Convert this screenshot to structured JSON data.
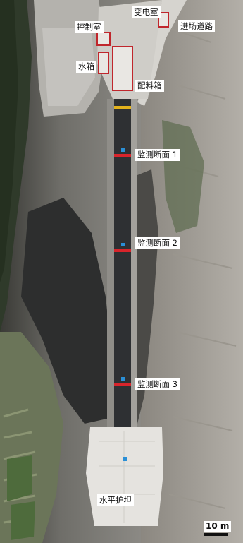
{
  "labels": {
    "control_room": "控制室",
    "substation": "变电室",
    "access_road": "进场道路",
    "water_tank": "水箱",
    "batching_box": "配料箱",
    "section_1": "监测断面 1",
    "section_2": "监测断面 2",
    "section_3": "监测断面 3",
    "apron": "水平护坦"
  },
  "scale_bar": {
    "text": "10 m"
  },
  "colors": {
    "flume": "#2e3033",
    "monitor_line": "#d8242b",
    "top_bar": "#e3b21c",
    "sensor": "#2a8fd6",
    "apron": "#e5e3df",
    "building_outline": "#c0262c"
  }
}
